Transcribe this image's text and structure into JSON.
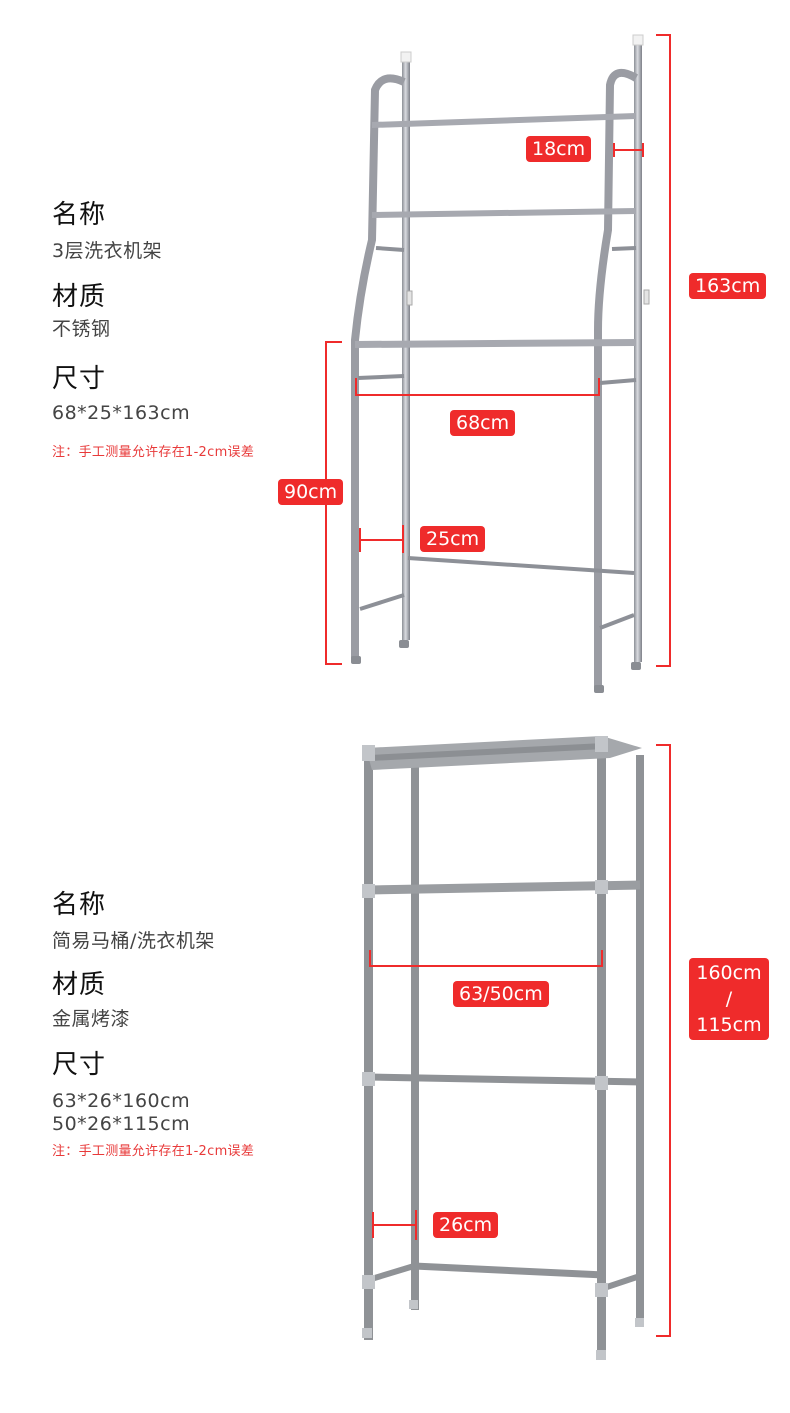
{
  "accent_color": "#ef2b2b",
  "products": [
    {
      "name_heading": "名称",
      "name_value": "3层洗衣机架",
      "material_heading": "材质",
      "material_value": "不锈钢",
      "size_heading": "尺寸",
      "size_values": [
        "68*25*163cm"
      ],
      "note": "注：手工测量允许存在1-2cm误差",
      "dimension_labels": {
        "shelf_depth": "18cm",
        "total_height": "163cm",
        "width": "68cm",
        "base_height": "90cm",
        "depth": "25cm"
      }
    },
    {
      "name_heading": "名称",
      "name_value": "简易马桶/洗衣机架",
      "material_heading": "材质",
      "material_value": "金属烤漆",
      "size_heading": "尺寸",
      "size_values": [
        "63*26*160cm",
        "50*26*115cm"
      ],
      "note": "注：手工测量允许存在1-2cm误差",
      "dimension_labels": {
        "width": "63/50cm",
        "height_line1": "160cm",
        "height_sep": "/",
        "height_line2": "115cm",
        "depth": "26cm"
      }
    }
  ]
}
